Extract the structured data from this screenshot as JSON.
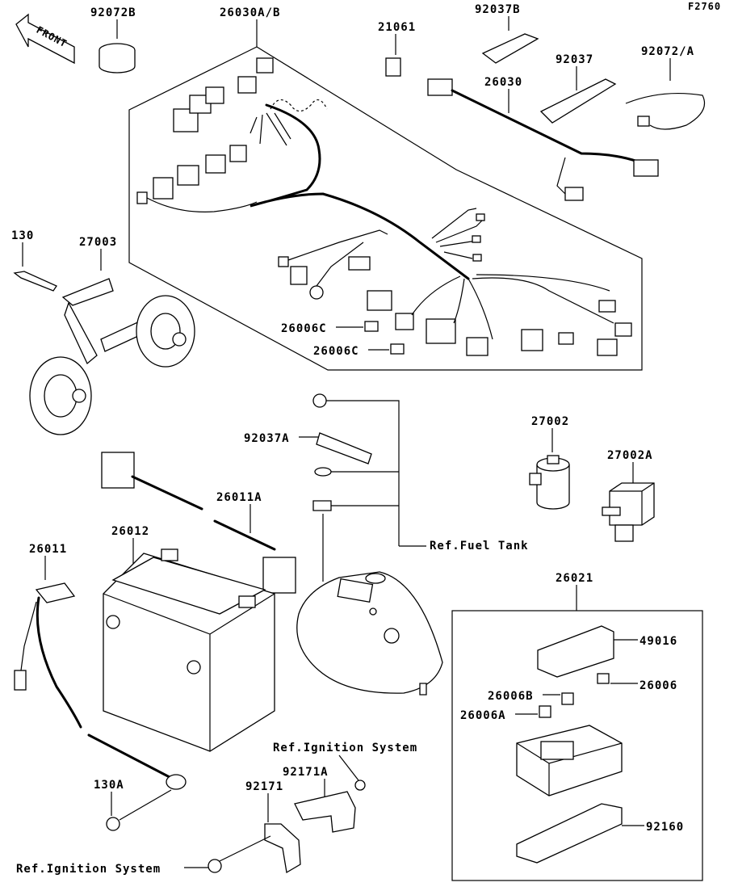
{
  "figure_code": "F2760",
  "direction_arrow": "FRONT",
  "part_labels": {
    "p92072B": "92072B",
    "p26030AB": "26030A/B",
    "p21061": "21061",
    "p92037B": "92037B",
    "p92037": "92037",
    "p92072A": "92072/A",
    "p26030": "26030",
    "p130": "130",
    "p27003": "27003",
    "p26006C_1": "26006C",
    "p26006C_2": "26006C",
    "p92037A": "92037A",
    "p27002": "27002",
    "p27002A": "27002A",
    "p26011A": "26011A",
    "p26012": "26012",
    "p26011": "26011",
    "p26021": "26021",
    "p49016": "49016",
    "p26006": "26006",
    "p26006B": "26006B",
    "p26006A": "26006A",
    "p130A": "130A",
    "p92171A": "92171A",
    "p92171": "92171",
    "p92160": "92160"
  },
  "references": {
    "fuel_tank": "Ref.Fuel Tank",
    "ignition_system_1": "Ref.Ignition System",
    "ignition_system_2": "Ref.Ignition System"
  }
}
